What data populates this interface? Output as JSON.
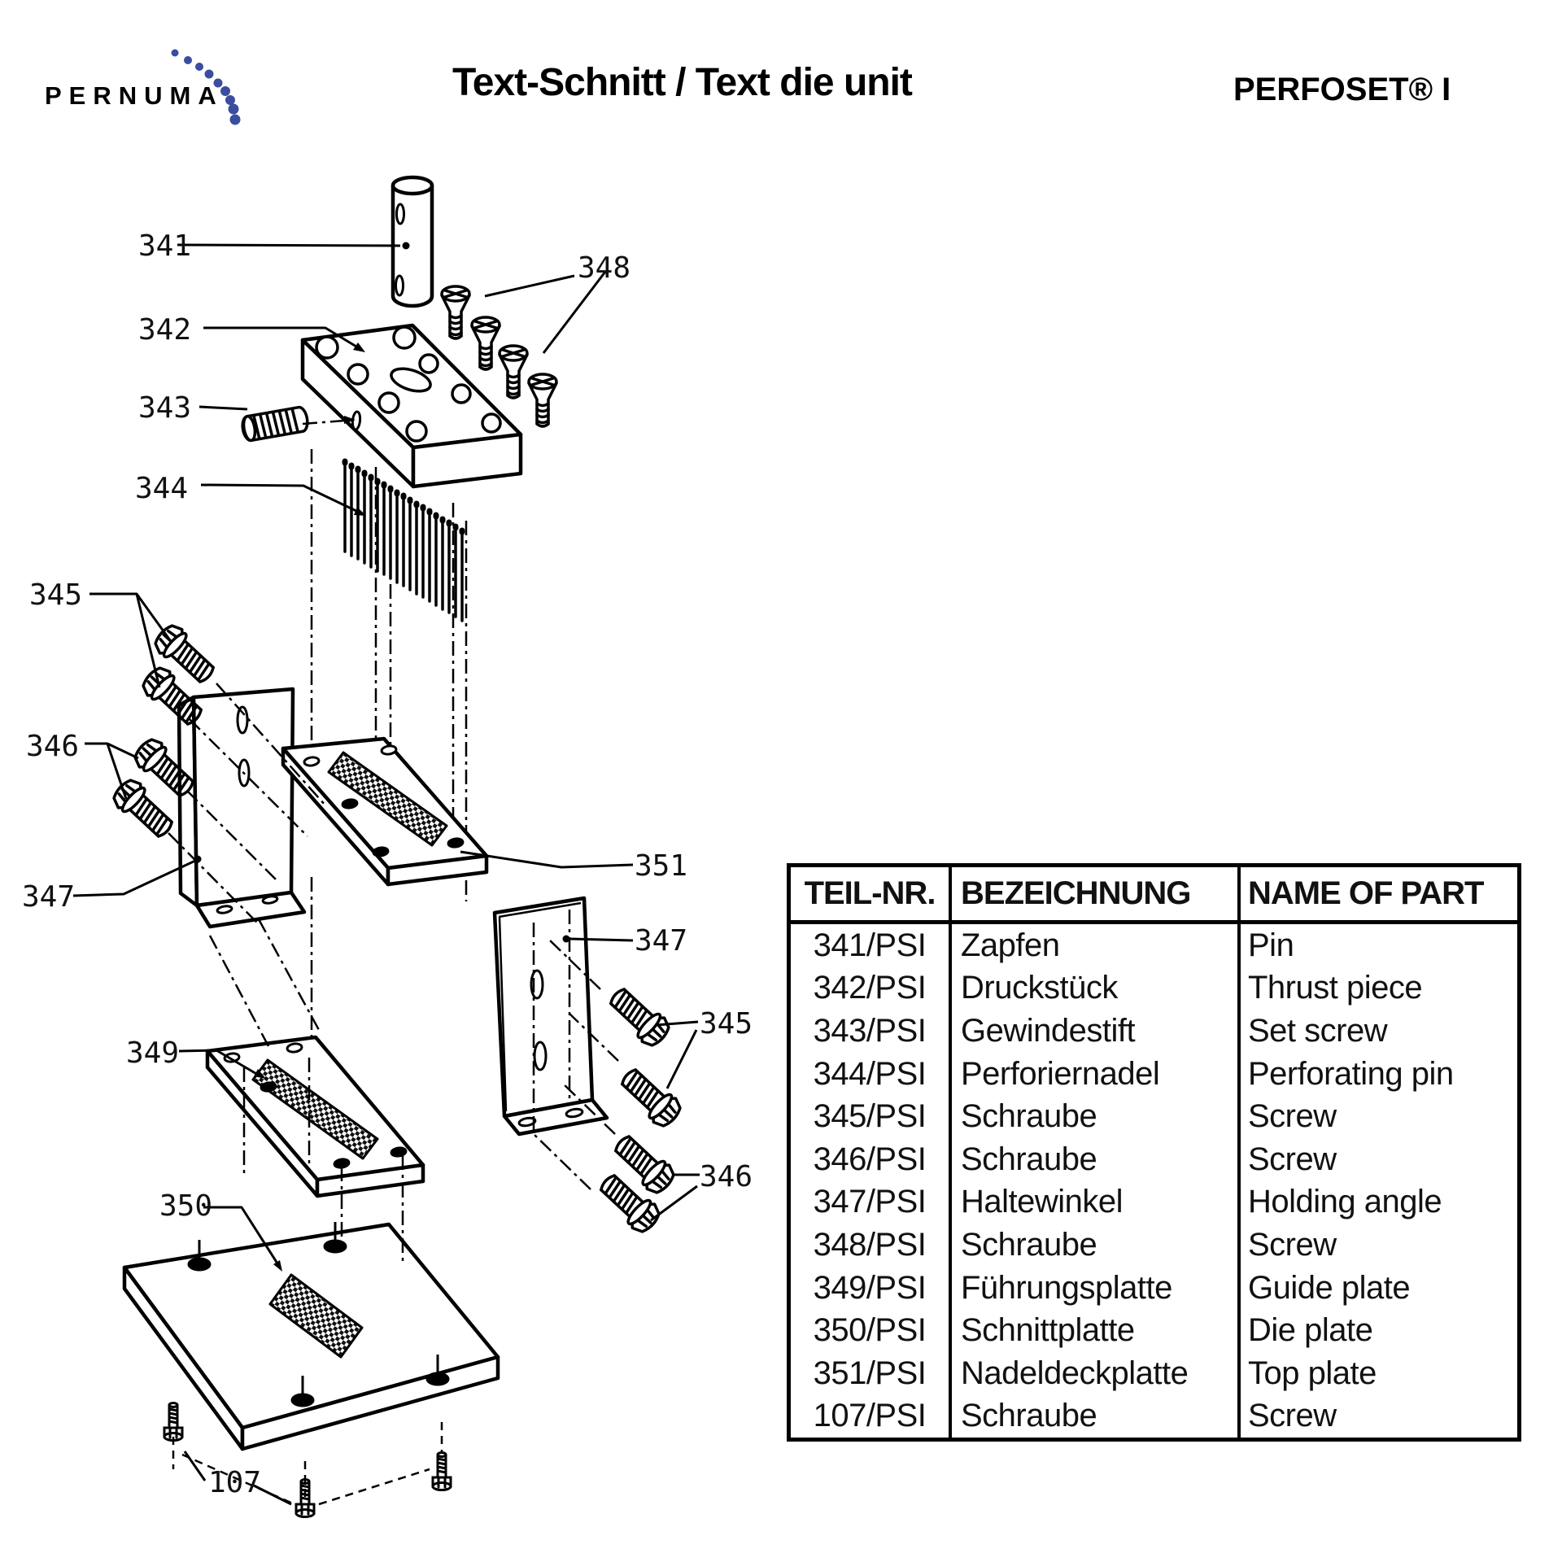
{
  "header": {
    "logo_text": "PERNUMA",
    "title": "Text-Schnitt / Text die unit",
    "product": "PERFOSET® I"
  },
  "colors": {
    "dot_blue": "#3b4d9e",
    "ink": "#111111"
  },
  "diagram": {
    "description": "Exploded parts view of the text die unit",
    "callouts": [
      {
        "part": "341",
        "text": "341"
      },
      {
        "part": "342",
        "text": "342"
      },
      {
        "part": "343",
        "text": "343"
      },
      {
        "part": "344",
        "text": "344"
      },
      {
        "part": "345",
        "text": "345"
      },
      {
        "part": "346",
        "text": "346"
      },
      {
        "part": "347",
        "text": "347"
      },
      {
        "part": "348",
        "text": "348"
      },
      {
        "part": "351",
        "text": "351"
      },
      {
        "part": "347",
        "text": "347"
      },
      {
        "part": "345",
        "text": "345"
      },
      {
        "part": "346",
        "text": "346"
      },
      {
        "part": "349",
        "text": "349"
      },
      {
        "part": "350",
        "text": "350"
      },
      {
        "part": "107",
        "text": "107"
      }
    ]
  },
  "table": {
    "headers": [
      "TEIL-NR.",
      "BEZEICHNUNG",
      "NAME OF PART"
    ],
    "rows": [
      [
        "341/PSI",
        "Zapfen",
        "Pin"
      ],
      [
        "342/PSI",
        "Druckstück",
        "Thrust piece"
      ],
      [
        "343/PSI",
        "Gewindestift",
        "Set screw"
      ],
      [
        "344/PSI",
        "Perforiernadel",
        "Perforating pin"
      ],
      [
        "345/PSI",
        "Schraube",
        "Screw"
      ],
      [
        "346/PSI",
        "Schraube",
        "Screw"
      ],
      [
        "347/PSI",
        "Haltewinkel",
        "Holding angle"
      ],
      [
        "348/PSI",
        "Schraube",
        "Screw"
      ],
      [
        "349/PSI",
        "Führungsplatte",
        "Guide plate"
      ],
      [
        "350/PSI",
        "Schnittplatte",
        "Die plate"
      ],
      [
        "351/PSI",
        "Nadeldeckplatte",
        "Top plate"
      ],
      [
        "107/PSI",
        "Schraube",
        "Screw"
      ]
    ]
  }
}
